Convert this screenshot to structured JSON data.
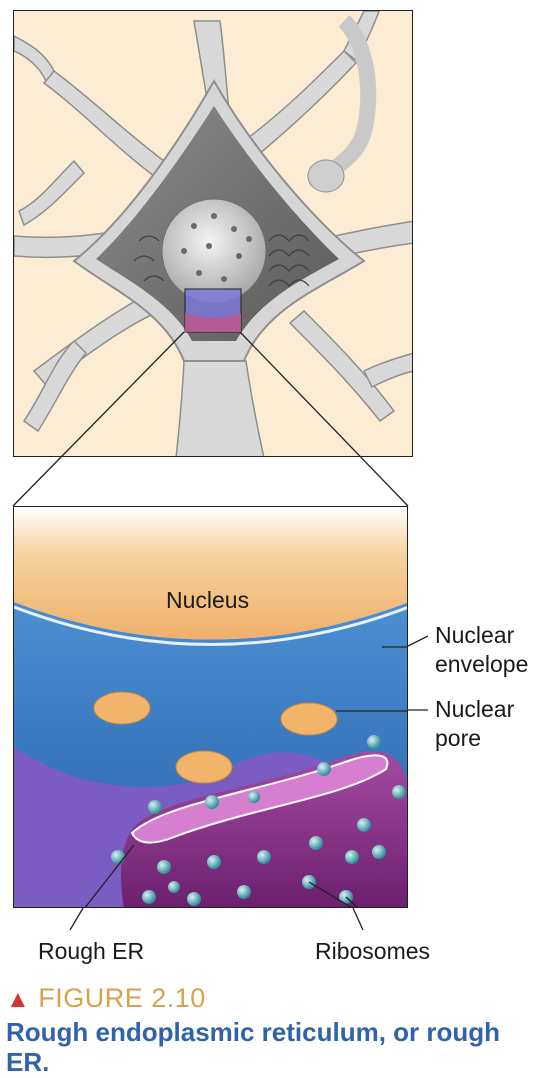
{
  "labels": {
    "nucleus": "Nucleus",
    "nuclear_envelope_1": "Nuclear",
    "nuclear_envelope_2": "envelope",
    "nuclear_pore_1": "Nuclear",
    "nuclear_pore_2": "pore",
    "rough_er": "Rough ER",
    "ribosomes": "Ribosomes"
  },
  "caption": {
    "figure_label": "FIGURE 2.10",
    "title": "Rough endoplasmic reticulum, or rough ER."
  },
  "colors": {
    "background": "#fbecd4",
    "nucleus": "#f2b46a",
    "envelope": "#3f7fc7",
    "rough_er": "#8a2c8a",
    "ribosome": "#5fb7c0",
    "figure_label": "#d7a24a",
    "caption_title": "#2f63ad"
  }
}
